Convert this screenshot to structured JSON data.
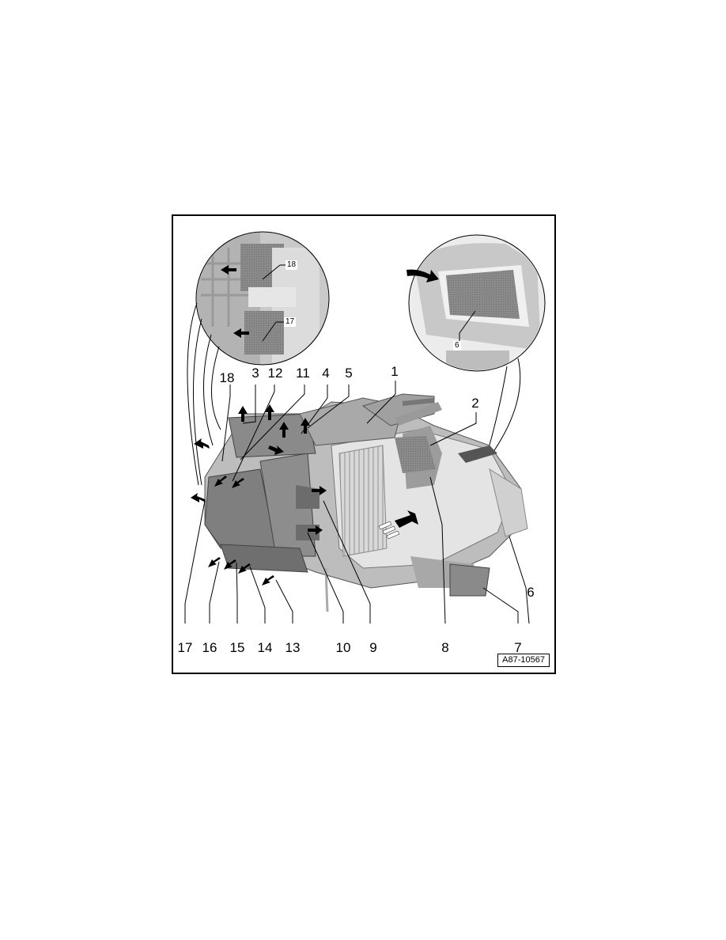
{
  "figure": {
    "reference_code": "A87-10567",
    "callouts": [
      {
        "id": "1",
        "label": "1"
      },
      {
        "id": "2",
        "label": "2"
      },
      {
        "id": "3",
        "label": "3"
      },
      {
        "id": "4",
        "label": "4"
      },
      {
        "id": "5",
        "label": "5"
      },
      {
        "id": "6",
        "label": "6"
      },
      {
        "id": "7",
        "label": "7"
      },
      {
        "id": "8",
        "label": "8"
      },
      {
        "id": "9",
        "label": "9"
      },
      {
        "id": "10",
        "label": "10"
      },
      {
        "id": "11",
        "label": "11"
      },
      {
        "id": "12",
        "label": "12"
      },
      {
        "id": "13",
        "label": "13"
      },
      {
        "id": "14",
        "label": "14"
      },
      {
        "id": "15",
        "label": "15"
      },
      {
        "id": "16",
        "label": "16"
      },
      {
        "id": "17",
        "label": "17"
      },
      {
        "id": "18",
        "label": "18"
      }
    ],
    "inset_left": {
      "labels": [
        "18",
        "17"
      ]
    },
    "inset_right": {
      "labels": [
        "6"
      ]
    }
  }
}
